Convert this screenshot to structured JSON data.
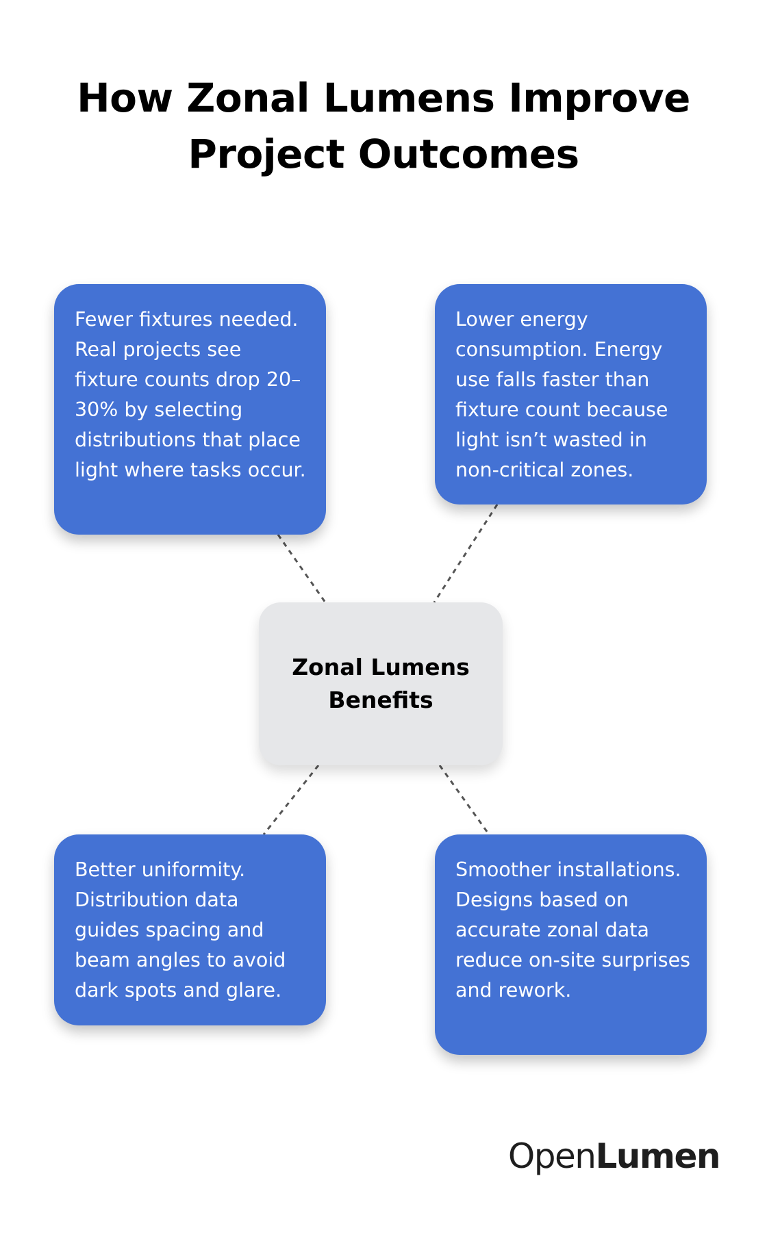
{
  "title": {
    "line1": "How Zonal Lumens Improve",
    "line2": "Project Outcomes"
  },
  "hub": {
    "label": "Zonal Lumens Benefits",
    "color": "#e6e7e9"
  },
  "benefits": [
    {
      "position": "top-left",
      "text": "Fewer fixtures needed. Real projects see fixture counts drop 20–30% by selecting distributions that place light where tasks occur."
    },
    {
      "position": "top-right",
      "text": "Lower energy consumption. Energy use falls faster than fixture count because light isn’t wasted in non-critical zones."
    },
    {
      "position": "bottom-left",
      "text": "Better uniformity. Distribution data guides spacing and beam angles to avoid dark spots and glare."
    },
    {
      "position": "bottom-right",
      "text": "Smoother installations. Designs based on accurate zonal data reduce on-site surprises and rework."
    }
  ],
  "logo": {
    "part1": "Open",
    "part2": "Lumen"
  },
  "colors": {
    "card": "#4472d4",
    "connector": "#555555",
    "text_on_card": "#ffffff"
  }
}
